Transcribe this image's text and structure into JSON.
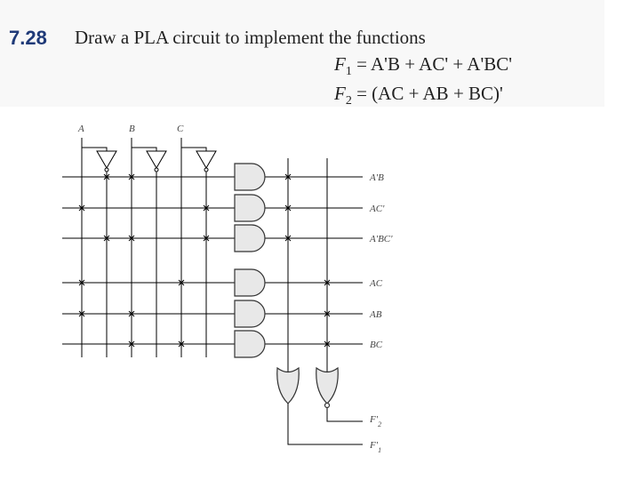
{
  "header": {
    "problem_number": "7.28",
    "title": "Draw a PLA circuit to implement the functions",
    "eq1": {
      "lhs": "F",
      "sub": "1",
      "rhs": " = A'B + AC' + A'BC'"
    },
    "eq2": {
      "lhs": "F",
      "sub": "2",
      "rhs": " = (AC + AB + BC)'"
    }
  },
  "inputs": [
    "A",
    "B",
    "C"
  ],
  "product_terms": [
    "A'B",
    "AC'",
    "A'BC'",
    "AC",
    "AB",
    "BC"
  ],
  "outputs": [
    {
      "label": "F'",
      "sub": "2"
    },
    {
      "label": "F'",
      "sub": "1"
    }
  ]
}
